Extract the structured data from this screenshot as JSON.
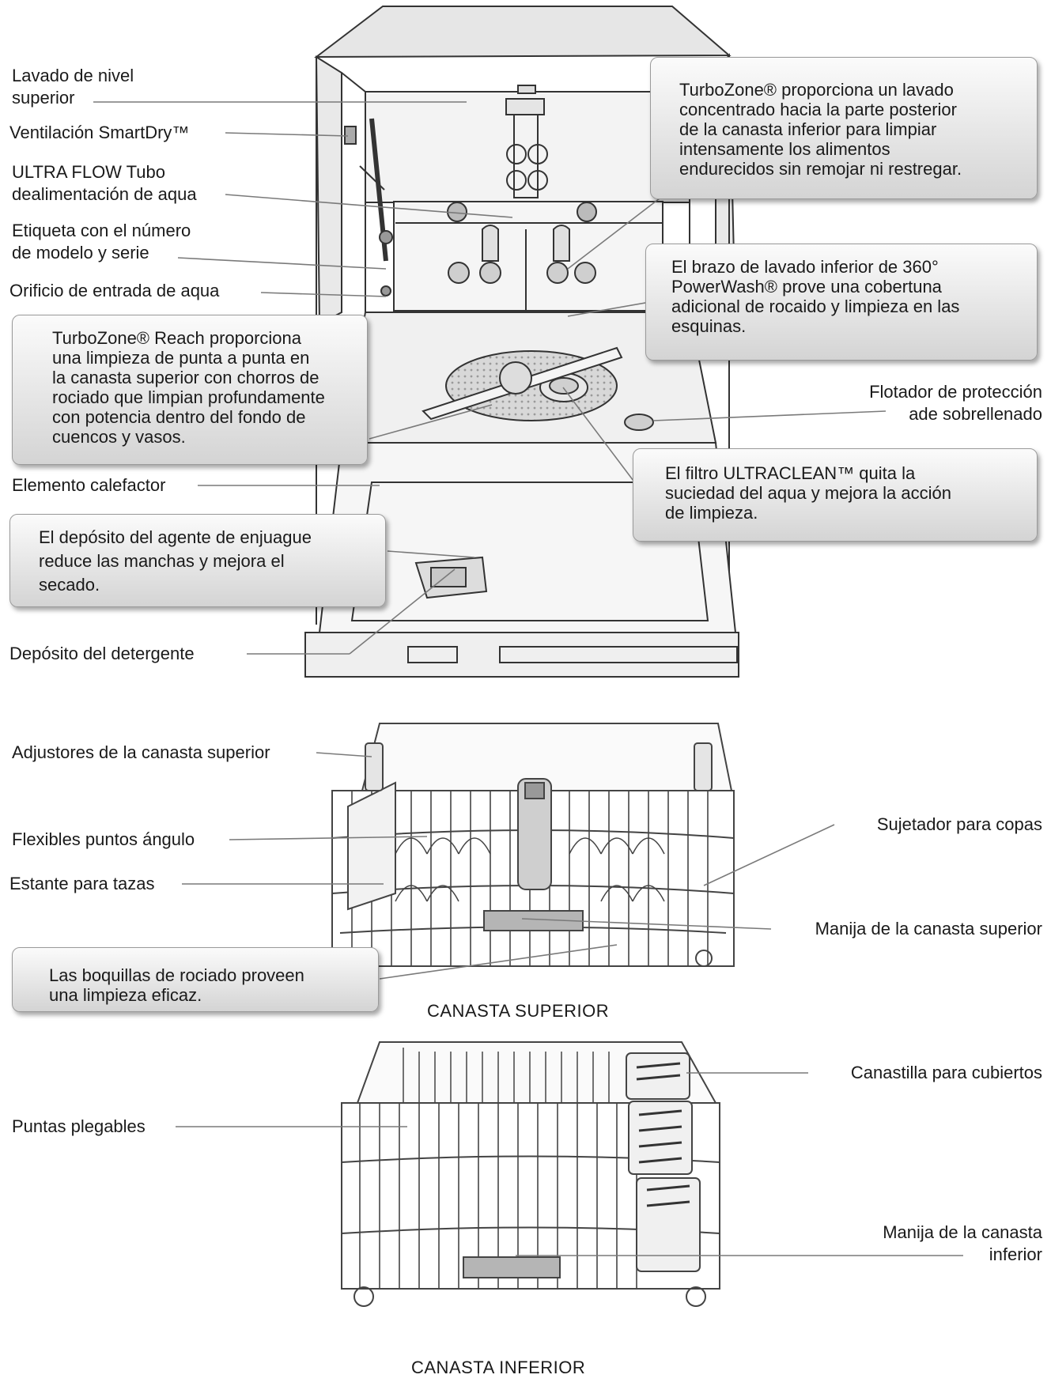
{
  "labels": {
    "lavado_nivel": "Lavado de nivel\nsuperior",
    "ventilacion": "Ventilación SmartDry™",
    "ultra_flow": "ULTRA FLOW Tubo\ndealimentación de aqua",
    "etiqueta": "Etiqueta con el número\nde modelo y serie",
    "orificio": "Orificio de entrada de aqua",
    "flotador": "Flotador de protección\nade sobrellenado",
    "elemento": "Elemento calefactor",
    "deposito_detergente": "Depósito del detergente",
    "adjustores": "Adjustores de la canasta superior",
    "flexibles": "Flexibles puntos ángulo",
    "estante": "Estante para tazas",
    "sujetador": "Sujetador para copas",
    "manija_superior": "Manija de la canasta superior",
    "canastilla": "Canastilla para cubiertos",
    "puntas": "Puntas plegables",
    "manija_inferior": "Manija de la canasta\ninferior"
  },
  "callouts": {
    "turbozone": "TurboZone® proporciona un lavado\nconcentrado hacia la parte posterior\nde la canasta inferior para limpiar\nintensamente los alimentos\nendurecidos sin remojar ni restregar.",
    "brazo": "El brazo de lavado inferior de 360°\nPowerWash® prove una cobertuna\nadicional de rocaido y limpieza en las\nesquinas.",
    "reach": "TurboZone® Reach proporciona\nuna limpieza de punta a punta en\nla canasta superior con chorros de\nrociado que limpian profundamente\ncon potencia dentro del fondo de\ncuencos y vasos.",
    "filtro": "El filtro ULTRACLEAN™ quita la\nsuciedad del aqua y mejora la acción\nde limpieza.",
    "enjuague": "El depósito del agente de enjuague\nreduce las manchas y mejora el\nsecado.",
    "boquillas": "Las boquillas de rociado proveen\nuna limpieza eficaz."
  },
  "captions": {
    "superior": "CANASTA SUPERIOR",
    "inferior": "CANASTA INFERIOR"
  }
}
